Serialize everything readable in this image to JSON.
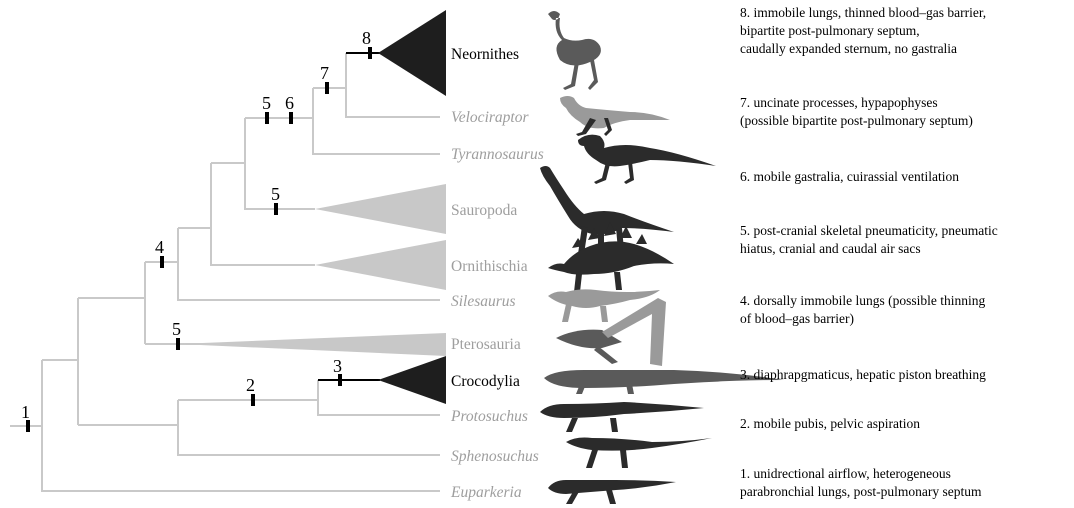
{
  "taxa": [
    {
      "name": "Neornithes",
      "italic": false,
      "color": "#000000"
    },
    {
      "name": "Velociraptor",
      "italic": true,
      "color": "#9e9e9e"
    },
    {
      "name": "Tyrannosaurus",
      "italic": true,
      "color": "#9e9e9e"
    },
    {
      "name": "Sauropoda",
      "italic": false,
      "color": "#9e9e9e"
    },
    {
      "name": "Ornithischia",
      "italic": false,
      "color": "#9e9e9e"
    },
    {
      "name": "Silesaurus",
      "italic": true,
      "color": "#9e9e9e"
    },
    {
      "name": "Pterosauria",
      "italic": false,
      "color": "#9e9e9e"
    },
    {
      "name": "Crocodylia",
      "italic": false,
      "color": "#000000"
    },
    {
      "name": "Protosuchus",
      "italic": true,
      "color": "#9e9e9e"
    },
    {
      "name": "Sphenosuchus",
      "italic": true,
      "color": "#9e9e9e"
    },
    {
      "name": "Euparkeria",
      "italic": true,
      "color": "#9e9e9e"
    }
  ],
  "node_labels": [
    "1",
    "2",
    "3",
    "4",
    "5",
    "5",
    "5",
    "6",
    "7",
    "8"
  ],
  "legend": [
    {
      "lines": [
        "8. immobile lungs, thinned blood–gas barrier,",
        "bipartite post-pulmonary septum,",
        "caudally expanded sternum, no gastralia"
      ]
    },
    {
      "lines": [
        "7. uncinate processes, hypapophyses",
        "(possible bipartite post-pulmonary septum)"
      ]
    },
    {
      "lines": [
        "6. mobile gastralia, cuirassial ventilation"
      ]
    },
    {
      "lines": [
        "5. post-cranial skeletal pneumaticity, pneumatic",
        "hiatus, cranial and caudal air sacs"
      ]
    },
    {
      "lines": [
        "4. dorsally immobile lungs (possible thinning",
        "of blood–gas barrier)"
      ]
    },
    {
      "lines": [
        "3. diaphrapgmaticus, hepatic piston breathing"
      ]
    },
    {
      "lines": [
        "2. mobile pubis, pelvic aspiration"
      ]
    },
    {
      "lines": [
        "1. unidrectional airflow, heterogeneous",
        "parabronchial lungs, post-pulmonary septum"
      ]
    }
  ],
  "colors": {
    "branch": "#c9c9c9",
    "dark_branch": "#000000",
    "grey_clade": "#c8c8c8",
    "dark_clade": "#1e1e1e",
    "grey_text": "#9e9e9e"
  },
  "skeleton_icons": [
    "bird-skeleton-icon",
    "velociraptor-skeleton-icon",
    "tyrannosaurus-skeleton-icon",
    "sauropod-skeleton-icon",
    "stegosaur-skeleton-icon",
    "silesaurus-skeleton-icon",
    "pterosaur-skeleton-icon",
    "crocodile-skeleton-icon",
    "protosuchus-skeleton-icon",
    "sphenosuchus-skeleton-icon",
    "euparkeria-skeleton-icon"
  ]
}
